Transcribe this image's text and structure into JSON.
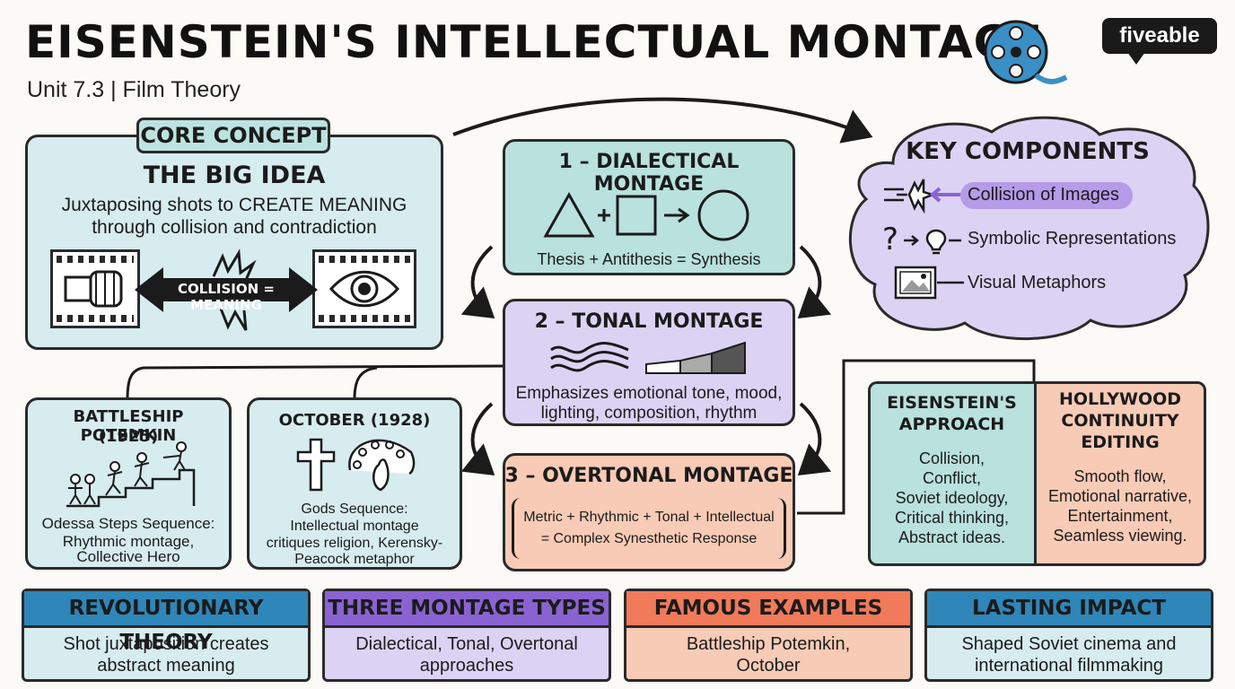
{
  "header": {
    "title": "EISENSTEIN'S INTELLECTUAL MONTAGE",
    "subtitle": "Unit 7.3 | Film Theory",
    "logo": "fiveable"
  },
  "core": {
    "tag": "CORE CONCEPT",
    "heading": "THE BIG IDEA",
    "line1": "Juxtaposing shots to CREATE MEANING",
    "line2": "through collision and contradiction",
    "arrow_label": "COLLISION = MEANING"
  },
  "dialectical": {
    "title": "1 – DIALECTICAL MONTAGE",
    "caption": "Thesis + Antithesis = Synthesis"
  },
  "tonal": {
    "title": "2 – TONAL MONTAGE",
    "line1": "Emphasizes emotional tone, mood,",
    "line2": "lighting, composition, rhythm"
  },
  "overtonal": {
    "title": "3 – OVERTONAL MONTAGE",
    "line1": "Metric + Rhythmic + Tonal + Intellectual",
    "line2": "= Complex Synesthetic Response"
  },
  "key": {
    "title": "KEY COMPONENTS",
    "items": [
      "Collision of Images",
      "Symbolic Representations",
      "Visual Metaphors"
    ]
  },
  "potemkin": {
    "title1": "BATTLESHIP POTEMKIN",
    "title2": "(1925)",
    "line1": "Odessa Steps Sequence:",
    "line2": "Rhythmic montage,",
    "line3": "Collective Hero"
  },
  "october": {
    "title": "OCTOBER (1928)",
    "line1": "Gods Sequence:",
    "line2": "Intellectual montage",
    "line3": "critiques religion, Kerensky-",
    "line4": "Peacock metaphor"
  },
  "compare": {
    "left_title1": "EISENSTEIN'S",
    "left_title2": "APPROACH",
    "left_items": [
      "Collision,",
      "Conflict,",
      "Soviet ideology,",
      "Critical thinking,",
      "Abstract ideas."
    ],
    "right_title1": "HOLLYWOOD",
    "right_title2": "CONTINUITY",
    "right_title3": "EDITING",
    "right_items": [
      "Smooth flow,",
      "Emotional narrative,",
      "Entertainment,",
      "Seamless viewing."
    ]
  },
  "bottom": [
    {
      "title": "REVOLUTIONARY THEORY",
      "line1": "Shot juxtaposition creates",
      "line2": "abstract meaning",
      "color": "#2f86b8"
    },
    {
      "title": "THREE MONTAGE TYPES",
      "line1": "Dialectical, Tonal, Overtonal",
      "line2": "approaches",
      "color": "#8a63d2"
    },
    {
      "title": "FAMOUS EXAMPLES",
      "line1": "Battleship Potemkin,",
      "line2": "October",
      "color": "#f07a5a"
    },
    {
      "title": "LASTING IMPACT",
      "line1": "Shaped Soviet cinema and",
      "line2": "international filmmaking",
      "color": "#2f86b8"
    }
  ],
  "colors": {
    "teal": "#d7ecef",
    "purple": "#dcd3f4",
    "salmon": "#f8cbb6",
    "blue_accent": "#2f86b8"
  },
  "icons": [
    "film-reel-icon",
    "fist-icon",
    "eye-icon",
    "triangle-icon",
    "square-icon",
    "circle-icon",
    "wave-icon",
    "gradient-bar-icon",
    "collision-icon",
    "question-icon",
    "lightbulb-icon",
    "image-icon",
    "cross-icon",
    "peacock-icon",
    "odessa-steps-icon"
  ]
}
